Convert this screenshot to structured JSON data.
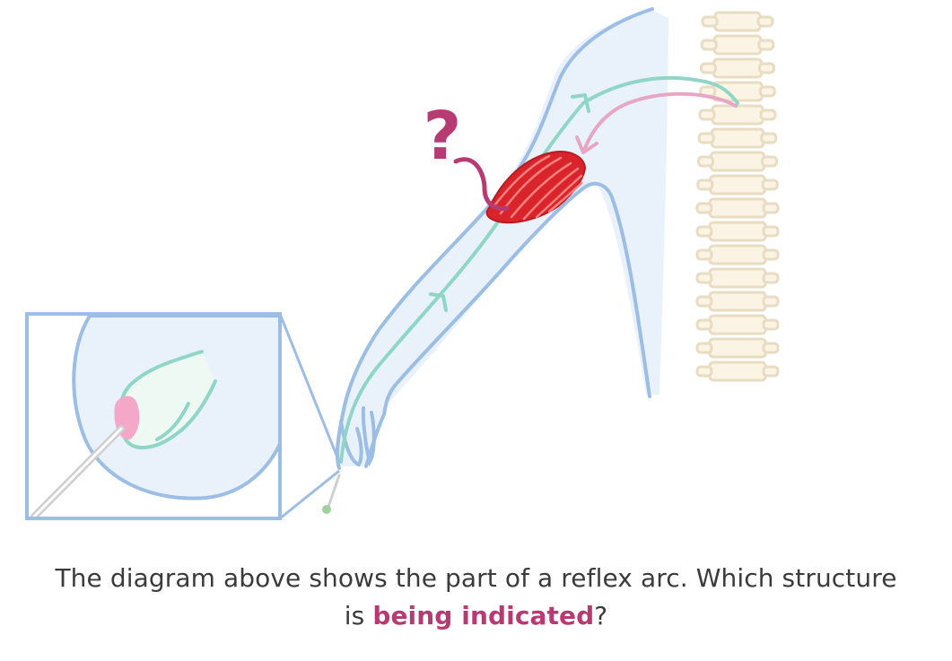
{
  "question": {
    "line1": "The diagram above shows the part of a reflex arc. Which structure",
    "line2_before": "is ",
    "line2_highlight": "being indicated",
    "line2_after": "?"
  },
  "diagram": {
    "pointer_symbol": "?",
    "colors": {
      "skin_outline": "#9cbde4",
      "skin_fill": "#e9f2fb",
      "sensory_neuron": "#8fd6c6",
      "motor_neuron": "#e7a6c4",
      "muscle": "#d8242a",
      "question_mark": "#b83a73",
      "vertebra_fill": "#fbf3e3",
      "vertebra_outline": "#e8dcc2",
      "stimulus_tip": "#f4a7c6"
    }
  }
}
